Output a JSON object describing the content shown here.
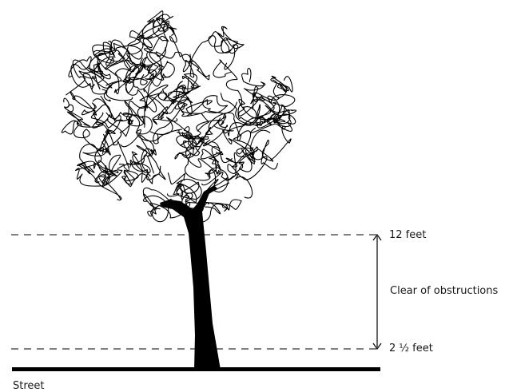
{
  "labels": {
    "top_height": "12 feet",
    "clearance": "Clear of obstructions",
    "bottom_height": "2 ½ feet",
    "ground": "Street"
  },
  "colors": {
    "ink": "#000000",
    "background": "#ffffff",
    "text": "#1a1a1a"
  },
  "icons": {
    "canopy": "tree-canopy-scribble",
    "trunk": "tree-trunk",
    "arrow": "double-headed-vertical-arrow"
  }
}
